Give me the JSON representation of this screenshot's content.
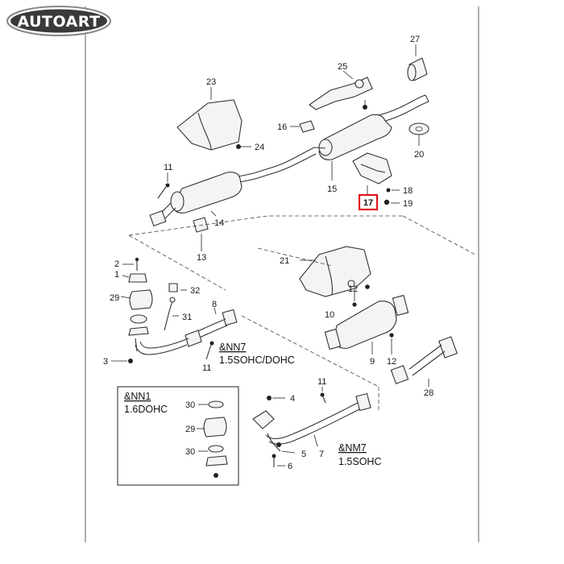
{
  "logo": {
    "text": "AUTOART"
  },
  "callouts": {
    "p1": "1",
    "p2": "2",
    "p3": "3",
    "p4": "4",
    "p5": "5",
    "p6": "6",
    "p7": "7",
    "p8": "8",
    "p9": "9",
    "p10": "10",
    "p11a": "11",
    "p11b": "11",
    "p11c": "11",
    "p12a": "12",
    "p12b": "12",
    "p13": "13",
    "p14": "14",
    "p15": "15",
    "p16": "16",
    "p17": "17",
    "p18": "18",
    "p19": "19",
    "p20": "20",
    "p21": "21",
    "p23": "23",
    "p24": "24",
    "p25": "25",
    "p27": "27",
    "p28": "28",
    "p29a": "29",
    "p29b": "29",
    "p30a": "30",
    "p30b": "30",
    "p31": "31",
    "p32": "32"
  },
  "variants": {
    "nn7_code": "&NN7",
    "nn7_engine": "1.5SOHC/DOHC",
    "nn1_code": "&NN1",
    "nn1_engine": "1.6DOHC",
    "nm7_code": "&NM7",
    "nm7_engine": "1.5SOHC"
  },
  "highlight": {
    "part": "17",
    "color": "#e0141e"
  },
  "colors": {
    "logo_bg": "#3a3a3a",
    "frame": "#6b6b6b"
  }
}
